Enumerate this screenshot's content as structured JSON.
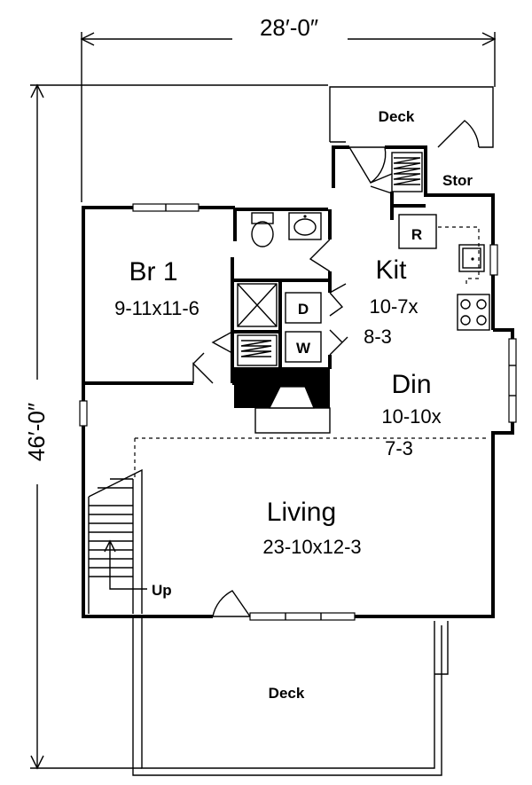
{
  "dimensions": {
    "width_label": "28′-0″",
    "depth_label": "46′-0″"
  },
  "rooms": {
    "bedroom": {
      "name": "Br 1",
      "size": "9-11x11-6"
    },
    "kitchen": {
      "name": "Kit",
      "size_line1": "10-7x",
      "size_line2": "8-3"
    },
    "dining": {
      "name": "Din",
      "size_line1": "10-10x",
      "size_line2": "7-3"
    },
    "living": {
      "name": "Living",
      "size": "23-10x12-3"
    }
  },
  "labels": {
    "deck_rear": "Deck",
    "deck_front": "Deck",
    "storage": "Stor",
    "refrigerator": "R",
    "dryer": "D",
    "washer": "W",
    "stairs": "Up"
  }
}
